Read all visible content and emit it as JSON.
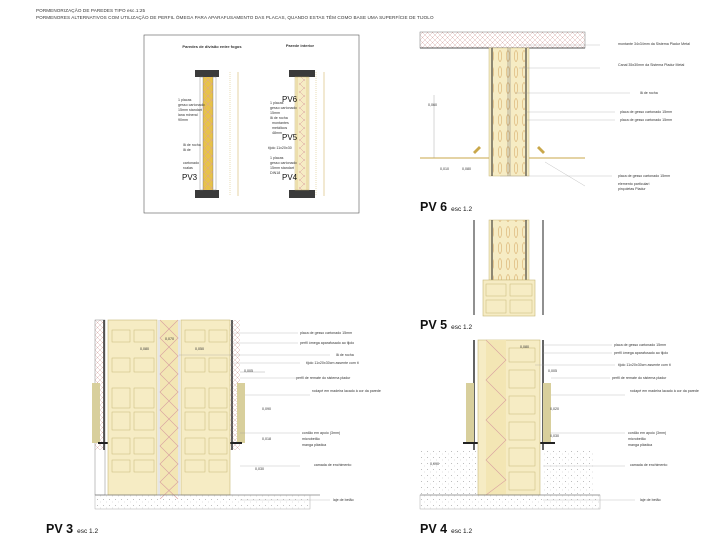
{
  "header": {
    "line1": "PORMENORIZAÇÃO DE PAREDES TIPO  esc.1:25",
    "line2": "PORMENORES ALTERNATIVOS COM UTILIZAÇÃO DE PERFIL ÓMEGA PARA APARAFUSAMENTO DAS PLACAS, QUANDO ESTAS TÊM COMO BASE UMA SUPERFÍCIE DE TIJOLO"
  },
  "overview": {
    "left_title": "Paredes de divisão entre fogos",
    "right_title": "Parede interior",
    "left_notes": [
      "1 placas",
      "gesso cartonado",
      "15mm standart",
      "lana mineral",
      "90mm",
      "lã de rocha",
      "lã de",
      "cartonado",
      "roalas"
    ],
    "right_notes": [
      "1 placas",
      "gesso cartonado",
      "15mm",
      "lã de rocha",
      "montantes",
      "metálicos",
      "48mm",
      "tijolo 11x20x30",
      "1 placas",
      "gesso cartonado",
      "15mm standart",
      "DIN18"
    ],
    "tags": {
      "pv3": "PV3",
      "pv4": "PV4",
      "pv5": "PV5",
      "pv6": "PV6"
    }
  },
  "pv6": {
    "label": "PV 6",
    "scale": "esc 1.2",
    "callouts": [
      "montante 34x34mm da Sistema Pladur Metal",
      "Canal 35x30mm da Sistema Pladur Metal",
      "lã de rocha",
      "placa de gesso cartonado 15mm",
      "placa de gesso cartonado 15mm",
      "placa de gesso cartonado 15mm",
      "elemento particulari",
      "pinçoletas Pladur"
    ],
    "dims": [
      "0,010",
      "0,080",
      "0,060"
    ]
  },
  "pv5": {
    "label": "PV 5",
    "scale": "esc 1.2",
    "callouts": [
      "placa de gesso cartonado 15mm",
      "perfil ómega aparafusado ao tijolo",
      "tijolo 11x20x30cm assente com ti",
      "perfil de remate do sistema pladur",
      "rodapé em madeira lacado à cor da parede",
      "cordão em apoio (3mm)",
      "microbetão",
      "manga plástica",
      "camada de enchimento",
      "laje de betão"
    ],
    "dims": [
      "0,005",
      "0,020",
      "0,030",
      "0,080",
      "0,090"
    ]
  },
  "pv3": {
    "label": "PV 3",
    "scale": "esc 1.2",
    "callouts": [
      "placa de gesso cartonado 15mm",
      "perfil ómega aparafusado ao tijolo",
      "lã de rocha",
      "tijolo 11x20x30cm assente com ti",
      "perfil de remate do sistema pladur",
      "rodapé em madeira lacado à cor da parede",
      "cordão em apoio (3mm)",
      "microbetão",
      "manga plástica",
      "camada de enchimento",
      "laje de betão"
    ],
    "dims": [
      "0,005",
      "0,018",
      "0,070",
      "0,090",
      "0,050",
      "0,080",
      "0,030"
    ]
  },
  "pv4": {
    "label": "PV 4",
    "scale": "esc 1.2"
  },
  "colors": {
    "brick": "#f4eccc",
    "brick_line": "#c8b878",
    "insul": "#e8d9a0",
    "hatch": "#c9c2a0",
    "dark": "#1a1a1a",
    "gray": "#bdbdbd"
  }
}
